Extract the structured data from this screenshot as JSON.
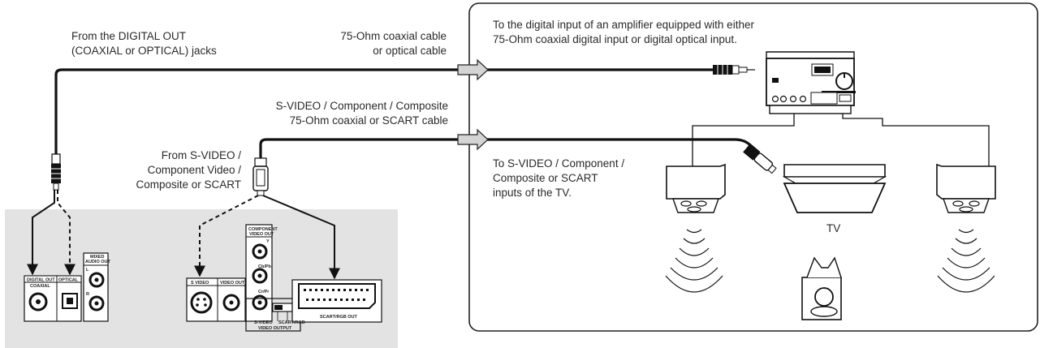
{
  "labels": {
    "digital_out_l1": "From the DIGITAL OUT",
    "digital_out_l2": "(COAXIAL or OPTICAL) jacks",
    "cable1_l1": "75-Ohm coaxial cable",
    "cable1_l2": "or optical cable",
    "amp_l1": "To the digital input of an amplifier equipped with either",
    "amp_l2": "75-Ohm coaxial digital input or digital optical input.",
    "video_cable_l1": "S-VIDEO / Component / Composite",
    "video_cable_l2": "75-Ohm coaxial or SCART cable",
    "from_video_l1": "From S-VIDEO /",
    "from_video_l2": "Component Video /",
    "from_video_l3": "Composite or SCART",
    "to_tv_l1": "To S-VIDEO / Component /",
    "to_tv_l2": "Composite or SCART",
    "to_tv_l3": "inputs of the TV.",
    "tv": "TV"
  },
  "panel": {
    "digital_out": "DIGITAL OUT",
    "coaxial": "COAXIAL",
    "optical": "OPTICAL",
    "mixed_audio_out_l1": "MIXED",
    "mixed_audio_out_l2": "AUDIO OUT",
    "ch_l": "L",
    "ch_r": "R",
    "component_video_out_l1": "COMPONENT",
    "component_video_out_l2": "VIDEO OUT",
    "y": "Y",
    "cb_pb": "Cb/Pb",
    "cr_pr": "Cr/Pr",
    "s_video": "S VIDEO",
    "video_out": "VIDEO OUT",
    "s_video_switch": "S-VIDEO",
    "scart_rgb_switch": "SCART/RGB",
    "video_output": "VIDEO OUTPUT",
    "scart_rgb_out": "SCART/RGB OUT"
  },
  "colors": {
    "panel_bg": "#e3e3e3",
    "cable": "#111111",
    "arrow_fill": "#d4d4d4"
  }
}
